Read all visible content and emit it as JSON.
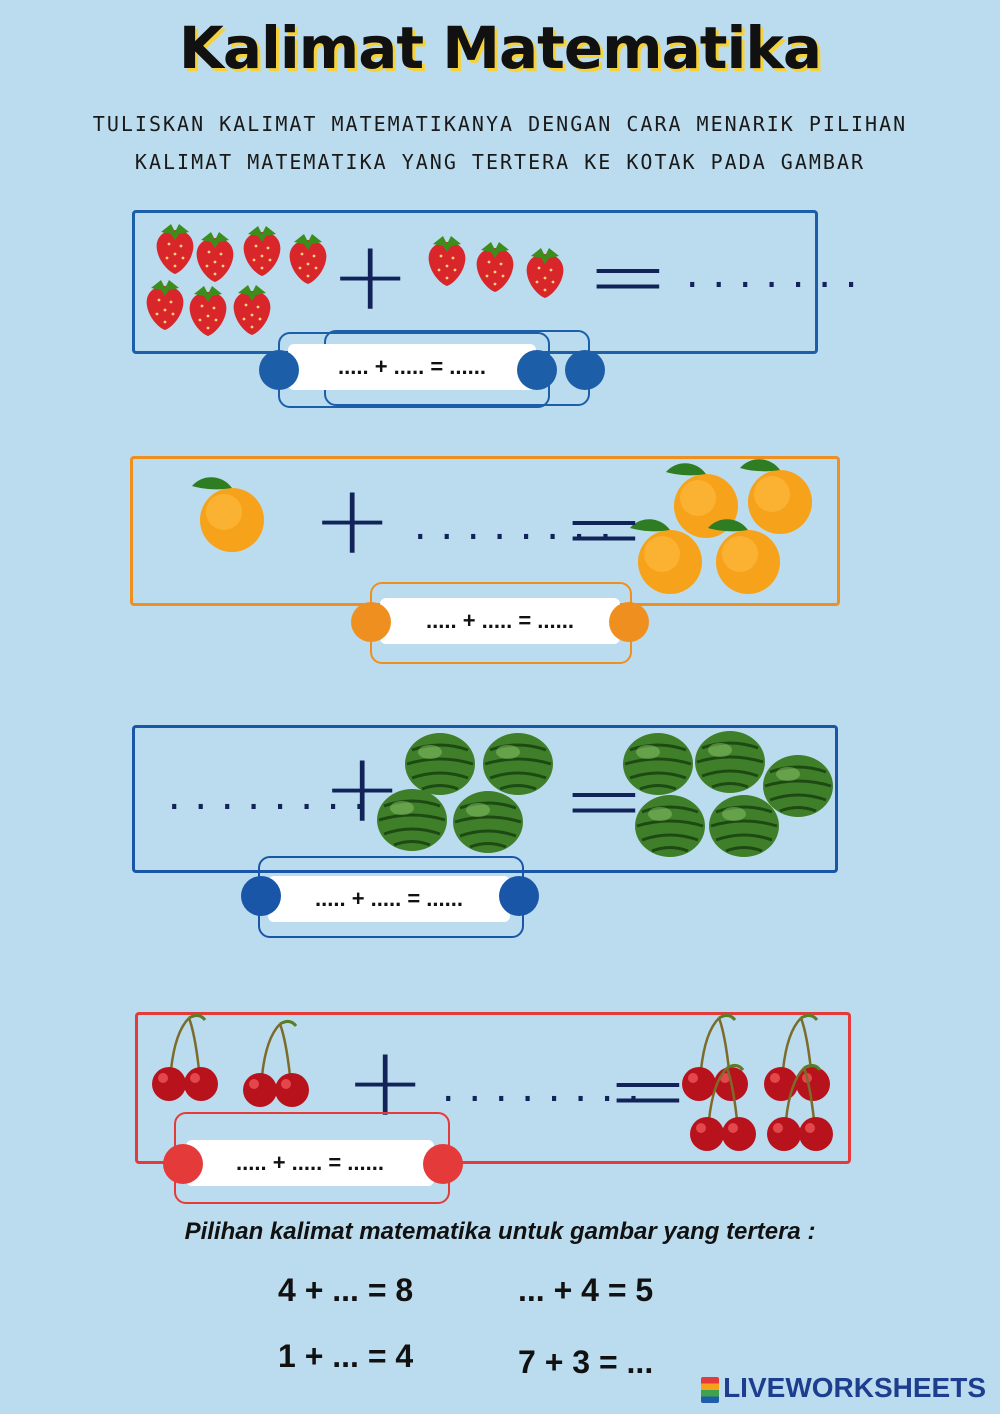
{
  "title": "Kalimat Matematika",
  "instruction_line1": "TULISKAN KALIMAT MATEMATIKANYA DENGAN CARA MENARIK PILIHAN",
  "instruction_line2": "KALIMAT MATEMATIKA YANG TERTERA KE KOTAK PADA GAMBAR",
  "problems": [
    {
      "fruit": "strawberry",
      "left_count": 7,
      "right_count": 3,
      "answer_blank": ".......",
      "box": "..... + ..... = ......",
      "color": "#1c5ea8"
    },
    {
      "fruit": "orange",
      "left_count": 1,
      "right_count": 4,
      "answer_blank": "........",
      "box": "..... + ..... = ......",
      "color": "#ef8f1f"
    },
    {
      "fruit": "watermelon",
      "left_count": 4,
      "right_count": 5,
      "answer_blank": "........",
      "box": "..... + ..... = ......",
      "color": "#1a56a8"
    },
    {
      "fruit": "cherry",
      "left_count": 4,
      "right_count": 8,
      "answer_blank": "........",
      "box": "..... + ..... = ......",
      "color": "#e53a3a"
    }
  ],
  "choices_heading": "Pilihan kalimat matematika untuk gambar yang tertera :",
  "choices": [
    "4 + ... = 8",
    "... + 4 = 5",
    "1 + ... = 4",
    "7 + 3 = ..."
  ],
  "brand": "LIVEWORKSHEETS"
}
